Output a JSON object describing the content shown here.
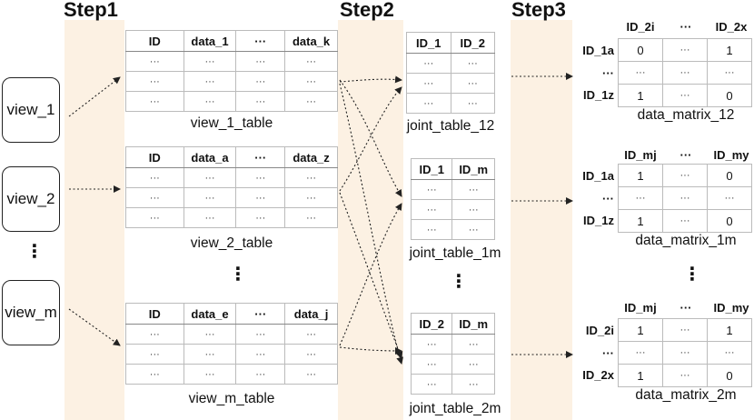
{
  "steps": [
    "Step1",
    "Step2",
    "Step3"
  ],
  "views": [
    "view_1",
    "view_2",
    "view_m"
  ],
  "vertical_ellipsis": "⋮",
  "cell_ellipsis": "···",
  "tables": [
    {
      "headers": [
        "ID",
        "data_1",
        "···",
        "data_k"
      ],
      "caption": "view_1_table"
    },
    {
      "headers": [
        "ID",
        "data_a",
        "···",
        "data_z"
      ],
      "caption": "view_2_table"
    },
    {
      "headers": [
        "ID",
        "data_e",
        "···",
        "data_j"
      ],
      "caption": "view_m_table"
    }
  ],
  "joint_tables": [
    {
      "headers": [
        "ID_1",
        "ID_2"
      ],
      "caption": "joint_table_12"
    },
    {
      "headers": [
        "ID_1",
        "ID_m"
      ],
      "caption": "joint_table_1m"
    },
    {
      "headers": [
        "ID_2",
        "ID_m"
      ],
      "caption": "joint_table_2m"
    }
  ],
  "matrices": [
    {
      "col_headers": [
        "ID_2i",
        "···",
        "ID_2x"
      ],
      "row_headers": [
        "ID_1a",
        "···",
        "ID_1z"
      ],
      "rows": [
        [
          "0",
          "···",
          "1"
        ],
        [
          "···",
          "···",
          "···"
        ],
        [
          "1",
          "···",
          "0"
        ]
      ],
      "caption": "data_matrix_12"
    },
    {
      "col_headers": [
        "ID_mj",
        "···",
        "ID_my"
      ],
      "row_headers": [
        "ID_1a",
        "···",
        "ID_1z"
      ],
      "rows": [
        [
          "1",
          "···",
          "0"
        ],
        [
          "···",
          "···",
          "···"
        ],
        [
          "1",
          "···",
          "0"
        ]
      ],
      "caption": "data_matrix_1m"
    },
    {
      "col_headers": [
        "ID_mj",
        "···",
        "ID_my"
      ],
      "row_headers": [
        "ID_2i",
        "···",
        "ID_2x"
      ],
      "rows": [
        [
          "1",
          "···",
          "1"
        ],
        [
          "···",
          "···",
          "···"
        ],
        [
          "1",
          "···",
          "0"
        ]
      ],
      "caption": "data_matrix_2m"
    }
  ]
}
